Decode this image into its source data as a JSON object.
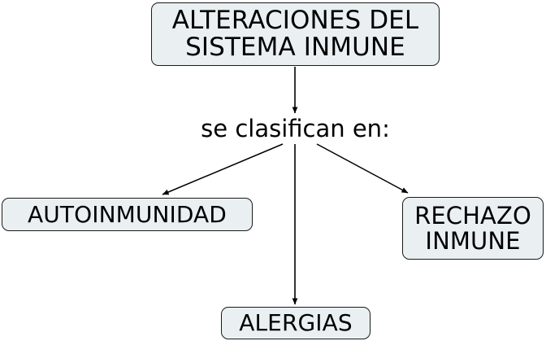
{
  "diagram": {
    "title_node": {
      "id": "alteraciones-sistema-inmune",
      "label": "ALTERACIONES DEL\nSISTEMA INMUNE"
    },
    "connector_label": {
      "id": "se-clasifican-en",
      "label": "se clasifican en:"
    },
    "children": [
      {
        "id": "autoinmunidad",
        "label": "AUTOINMUNIDAD"
      },
      {
        "id": "alergias",
        "label": "ALERGIAS"
      },
      {
        "id": "rechazo-inmune",
        "label": "RECHAZO\nINMUNE"
      }
    ],
    "colors": {
      "node_fill": "#eaf0f2",
      "node_border": "#1a1a1a",
      "text": "#000000",
      "arrow": "#000000",
      "background": "#ffffff"
    }
  }
}
